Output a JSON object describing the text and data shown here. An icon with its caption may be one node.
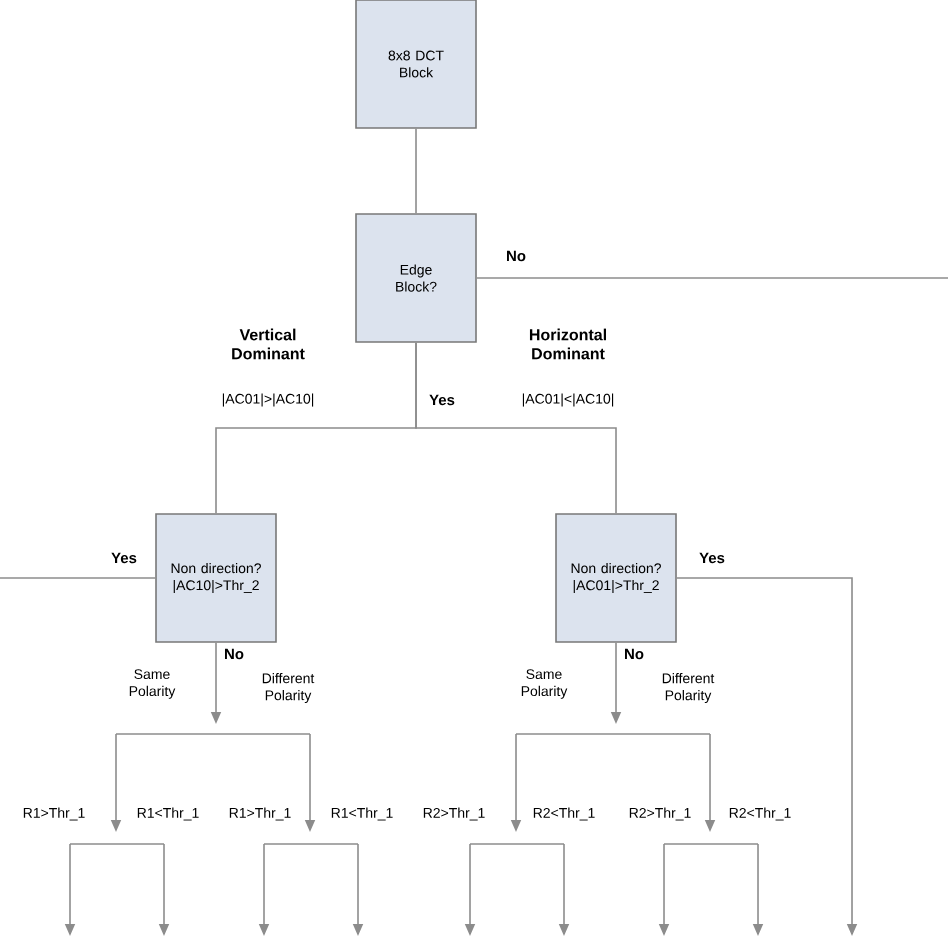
{
  "diagram": {
    "nodes": [
      {
        "text": [
          "8x8 DCT Block"
        ]
      },
      {
        "text": [
          "Edge Block?"
        ]
      },
      {
        "text": [
          "Non direction? |AC10|>Thr_2"
        ]
      },
      {
        "text": [
          "Non direction? |AC01|>Thr_2"
        ]
      }
    ],
    "edges": [
      {
        "from": 0,
        "to": 1,
        "arrow": "none"
      },
      {
        "from": 1,
        "to": null,
        "arrow": "none",
        "label": "No"
      },
      {
        "from": 1,
        "to": 2,
        "arrow": "none",
        "label": "Yes"
      },
      {
        "from": 1,
        "to": 3,
        "arrow": "none"
      },
      {
        "from": 2,
        "to": null,
        "arrow": "none",
        "label": "Yes"
      },
      {
        "from": 2,
        "to": null,
        "arrow": "to",
        "label": "No"
      },
      {
        "from": 3,
        "to": null,
        "arrow": "to",
        "label": "Yes"
      },
      {
        "from": 3,
        "to": null,
        "arrow": "to",
        "label": "No"
      }
    ],
    "labels": [
      "Vertical Dominant",
      "Horizontal Dominant",
      "|AC01|>|AC10|",
      "|AC01|<|AC10|",
      "Same Polarity",
      "Different Polarity",
      "Same Polarity",
      "Different Polarity",
      "R1>Thr_1",
      "R1<Thr_1",
      "R1>Thr_1",
      "R1<Thr_1",
      "R2>Thr_1",
      "R2<Thr_1",
      "R2>Thr_1",
      "R2<Thr_1"
    ]
  }
}
